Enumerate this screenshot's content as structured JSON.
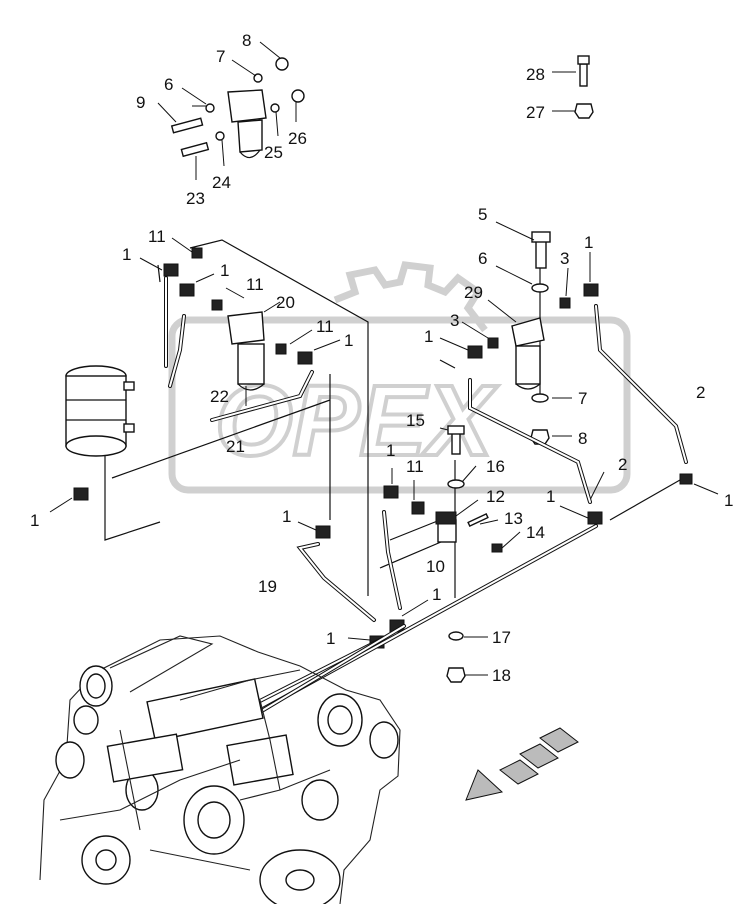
{
  "watermark": {
    "text": "OPEX"
  },
  "callouts": {
    "c8_top": "8",
    "c7_top": "7",
    "c6_top": "6",
    "c9": "9",
    "c26": "26",
    "c25": "25",
    "c24": "24",
    "c23": "23",
    "c28": "28",
    "c27": "27",
    "c11_a": "11",
    "c1_a": "1",
    "c1_b": "1",
    "c11_b": "11",
    "c20": "20",
    "c11_c": "11",
    "c1_c": "1",
    "c22": "22",
    "c21": "21",
    "c1_tank": "1",
    "c5": "5",
    "c6_mid": "6",
    "c3_a": "3",
    "c1_d": "1",
    "c29": "29",
    "c1_e": "1",
    "c3_b": "3",
    "c7_mid": "7",
    "c8_mid": "8",
    "c2_a": "2",
    "c15": "15",
    "c16": "16",
    "c2_b": "2",
    "c1_f": "1",
    "c11_d": "11",
    "c12": "12",
    "c13": "13",
    "c14": "14",
    "c1_g": "1",
    "c1_h": "1",
    "c1_i": "1",
    "c19": "19",
    "c10": "10",
    "c1_j": "1",
    "c1_k": "1",
    "c17": "17",
    "c18": "18"
  },
  "icons": [
    "direction-arrow-icon"
  ]
}
